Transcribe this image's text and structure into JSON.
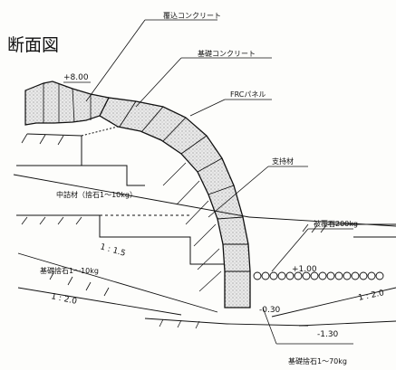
{
  "title": "断面図",
  "callouts": {
    "top_concrete": "覆込コンクリート",
    "base_concrete": "基礎コンクリート",
    "frc_panel": "FRCパネル",
    "support": "支持材",
    "cover_stone": "被覆石200kg"
  },
  "fill_labels": {
    "core": "中詰材（捨石1～10kg）",
    "foundation": "基礎捨石1～10kg"
  },
  "levels": {
    "top": "+8.00",
    "mid": "+1.00",
    "toe": "-0.30",
    "seabed": "-1.30"
  },
  "slopes": {
    "slope_a": "1 : 1.5",
    "slope_b": "1 : 2.0",
    "slope_c": "1 : 2.0"
  },
  "bottom_label": "基礎捨石1～70kg",
  "colors": {
    "ink": "#111111",
    "stipple": "#cfcfcf"
  }
}
